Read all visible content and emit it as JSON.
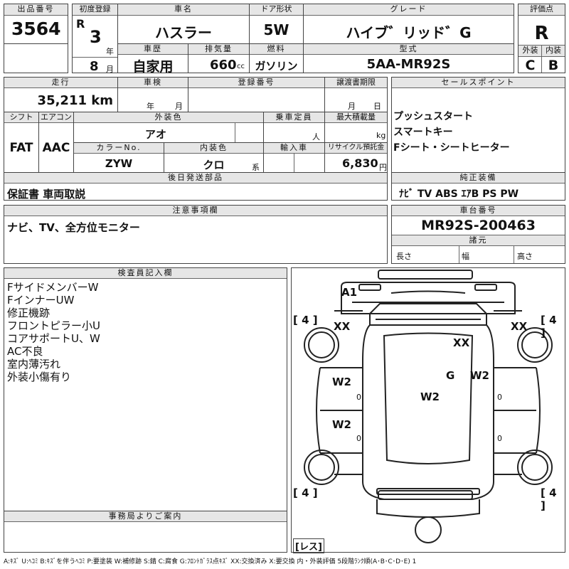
{
  "row1": {
    "lot_label": "出品番号",
    "lot_value": "3564",
    "reg_label": "初度登録",
    "era": "R",
    "year_value": "3",
    "year_unit": "年",
    "month_value": "8",
    "month_unit": "月",
    "name_label": "車名",
    "name_value": "ハスラー",
    "door_label": "ドア形状",
    "door_value": "5W",
    "grade_label": "グレード",
    "grade_value": "ハイブ゛リッド゛G",
    "score_label": "評価点",
    "score_value": "R",
    "ext_label": "外装",
    "ext_value": "C",
    "int_label": "内装",
    "int_value": "B",
    "history_label": "車歴",
    "history_value": "自家用",
    "disp_label": "排気量",
    "disp_value": "660",
    "disp_unit": "cc",
    "fuel_label": "燃料",
    "fuel_value": "ガソリン",
    "model_label": "型式",
    "model_value": "5AA-MR92S"
  },
  "row2": {
    "mileage_label": "走行",
    "mileage_value": "35,211 km",
    "inspect_label": "車検",
    "inspect_year": "年",
    "inspect_month": "月",
    "regno_label": "登録番号",
    "transfer_label": "譲渡書期限",
    "transfer_month": "月",
    "transfer_day": "日",
    "shift_label": "シフト",
    "shift_value": "FAT",
    "ac_label": "エアコン",
    "ac_value": "AAC",
    "color_label": "外装色",
    "color_value": "アオ",
    "capacity_label": "乗車定員",
    "capacity_unit": "人",
    "load_label": "最大積載量",
    "load_unit": "kg",
    "colorno_label": "カラーNo.",
    "colorno_value": "ZYW",
    "intcolor_label": "内装色",
    "intcolor_value": "クロ",
    "intcolor_unit": "系",
    "import_label": "輸入車",
    "recycle_label": "リサイクル預託金",
    "recycle_value": "6,830",
    "recycle_unit": "円",
    "sales_label": "セールスポイント",
    "sales_lines": [
      "プッシュスタート",
      "スマートキー",
      "Fシート・シートヒーター"
    ]
  },
  "docs": {
    "label": "後日発送部品",
    "value": "保証書 車両取説"
  },
  "equip": {
    "label": "純正装備",
    "value": "ﾅﾋﾞ TV ABS ｴｱB PS PW"
  },
  "caution": {
    "label": "注意事項欄",
    "value": "ナビ、TV、全方位モニター"
  },
  "chassis": {
    "label": "車台番号",
    "value": "MR92S-200463",
    "dims_label": "諸元",
    "len_label": "長さ",
    "wid_label": "幅",
    "hei_label": "高さ"
  },
  "inspector": {
    "label": "検査員記入欄",
    "lines": [
      "FサイドメンバーW",
      "FインナーUW",
      "修正機跡",
      "フロントピラー小U",
      "コアサポートU、W",
      "AC不良",
      "室内薄汚れ",
      "外装小傷有り"
    ]
  },
  "office": {
    "label": "事務局よりご案内"
  },
  "diagram": {
    "marks": [
      {
        "id": "a1",
        "text": "A1"
      },
      {
        "id": "xx-fl",
        "text": "XX"
      },
      {
        "id": "xx-fr",
        "text": "XX"
      },
      {
        "id": "xx-roof",
        "text": "XX"
      },
      {
        "id": "g",
        "text": "G"
      },
      {
        "id": "w2-r",
        "text": "W2"
      },
      {
        "id": "w2-l1",
        "text": "W2"
      },
      {
        "id": "w2-c",
        "text": "W2"
      },
      {
        "id": "w2-l2",
        "text": "W2"
      }
    ],
    "tires": [
      "4",
      "4",
      "4",
      "4"
    ],
    "spare": "レス",
    "door_zeros": [
      "0",
      "0",
      "0",
      "0"
    ]
  },
  "legend": "A:ｷｽﾞ U:ﾍｺﾐ B:ｷｽﾞを伴うﾍｺﾐ P:要塗装 W:補修跡 S:錆 C:腐食 G:ﾌﾛﾝﾄｶﾞﾗｽ点ｷｽﾞ XX:交換済み X:要交換 内・外装評価 5段階ﾗﾝｸ順(A･B･C･D･E) 1"
}
